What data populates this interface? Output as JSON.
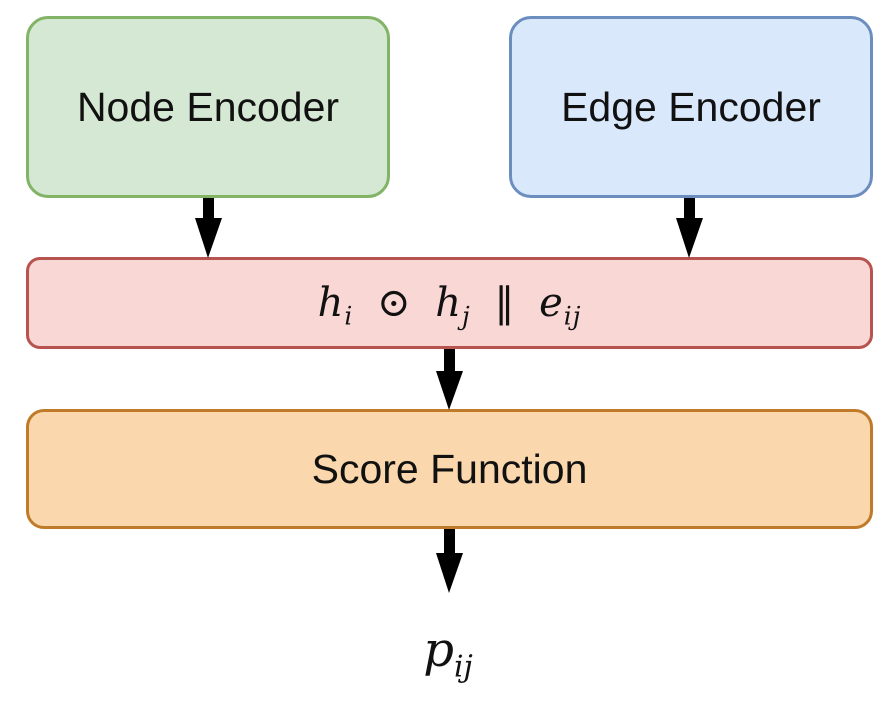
{
  "node_encoder": {
    "label": "Node Encoder"
  },
  "edge_encoder": {
    "label": "Edge Encoder"
  },
  "combine": {
    "h_i": "h",
    "i": "i",
    "odot": "⊙",
    "h_j": "h",
    "j": "j",
    "concat": "‖",
    "e_ij": "e",
    "ij": "ij"
  },
  "score_function": {
    "label": "Score Function"
  },
  "output": {
    "p": "p",
    "sub": "ij"
  },
  "colors": {
    "node_fill": "#d5e8d4",
    "node_stroke": "#82b366",
    "edge_fill": "#dae8fc",
    "edge_stroke": "#6c8ebf",
    "combine_fill": "#f8d7d5",
    "combine_stroke": "#b85450",
    "score_fill": "#fad7ac",
    "score_stroke": "#c07b2a",
    "arrow": "#000000"
  }
}
